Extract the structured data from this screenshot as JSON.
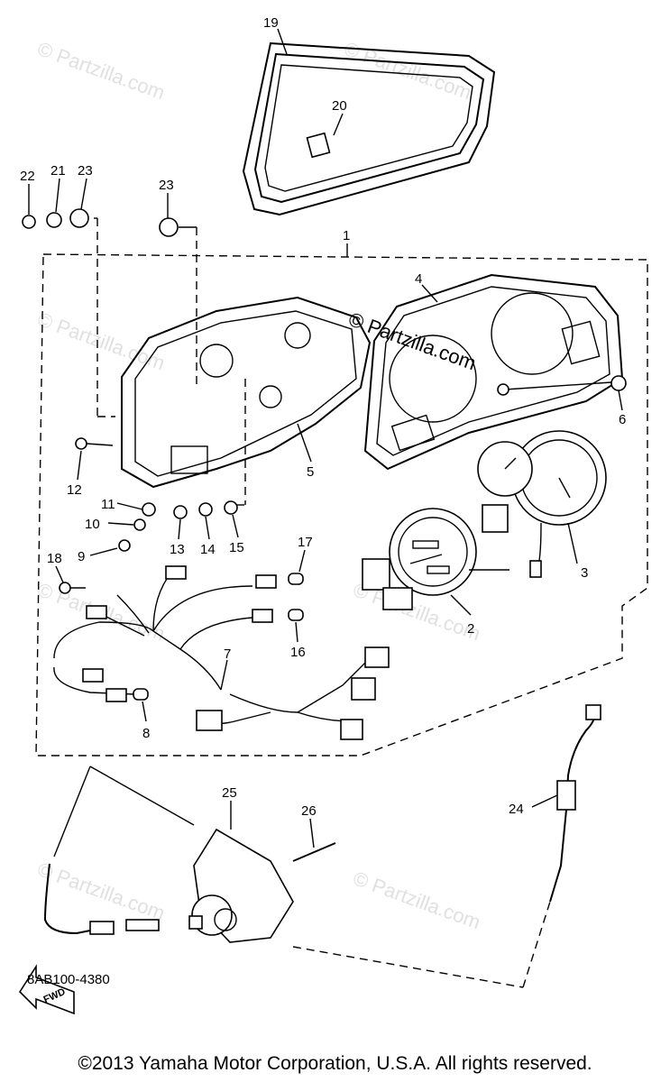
{
  "watermark": "© Partzilla.com",
  "diagram_code": "8AB100-4380",
  "fwd_label": "FWD",
  "copyright": "©2013 Yamaha Motor Corporation, U.S.A. All rights reserved.",
  "callouts": {
    "c1": "1",
    "c2": "2",
    "c3": "3",
    "c4": "4",
    "c5": "5",
    "c6": "6",
    "c7": "7",
    "c8": "8",
    "c9": "9",
    "c10": "10",
    "c11": "11",
    "c12": "12",
    "c13": "13",
    "c14": "14",
    "c15": "15",
    "c16": "16",
    "c17": "17",
    "c18": "18",
    "c19": "19",
    "c20": "20",
    "c21": "21",
    "c22": "22",
    "c23a": "23",
    "c23b": "23",
    "c24": "24",
    "c25": "25",
    "c26": "26"
  }
}
